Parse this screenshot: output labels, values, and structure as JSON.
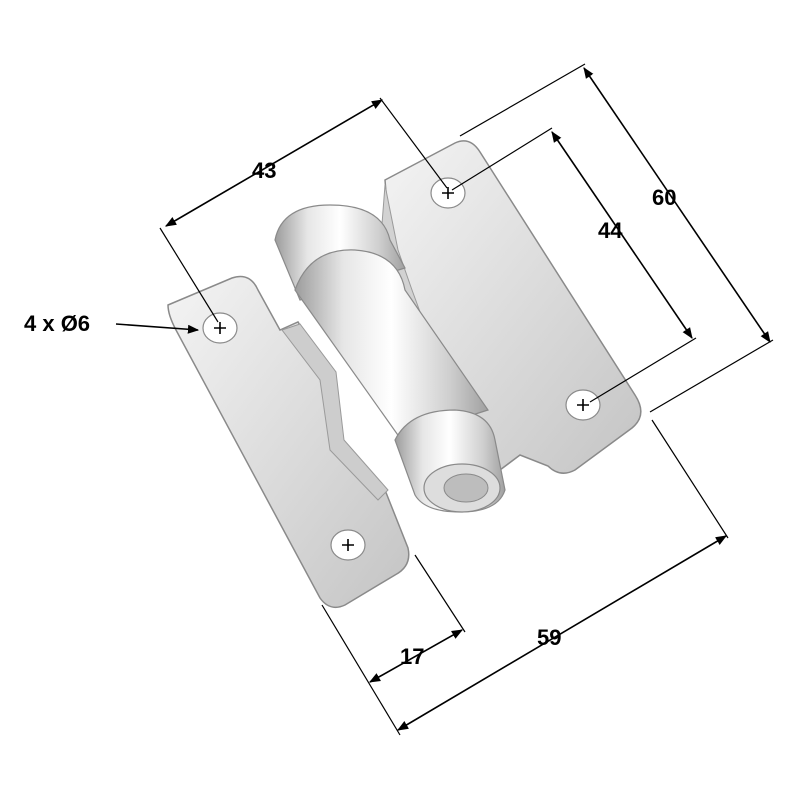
{
  "drawing": {
    "hole_callout": "4 x Ø6",
    "dimensions": {
      "hole_spacing_top": "43",
      "hole_spacing_right": "44",
      "overall_height": "60",
      "overall_width": "59",
      "leaf_tab_width": "17"
    }
  },
  "colors": {
    "metal_light": "#f2f2f2",
    "metal_mid": "#d6d6d6",
    "metal_dark": "#a8a8a8",
    "outline": "#8a8a8a",
    "dimension_ink": "#000000"
  }
}
